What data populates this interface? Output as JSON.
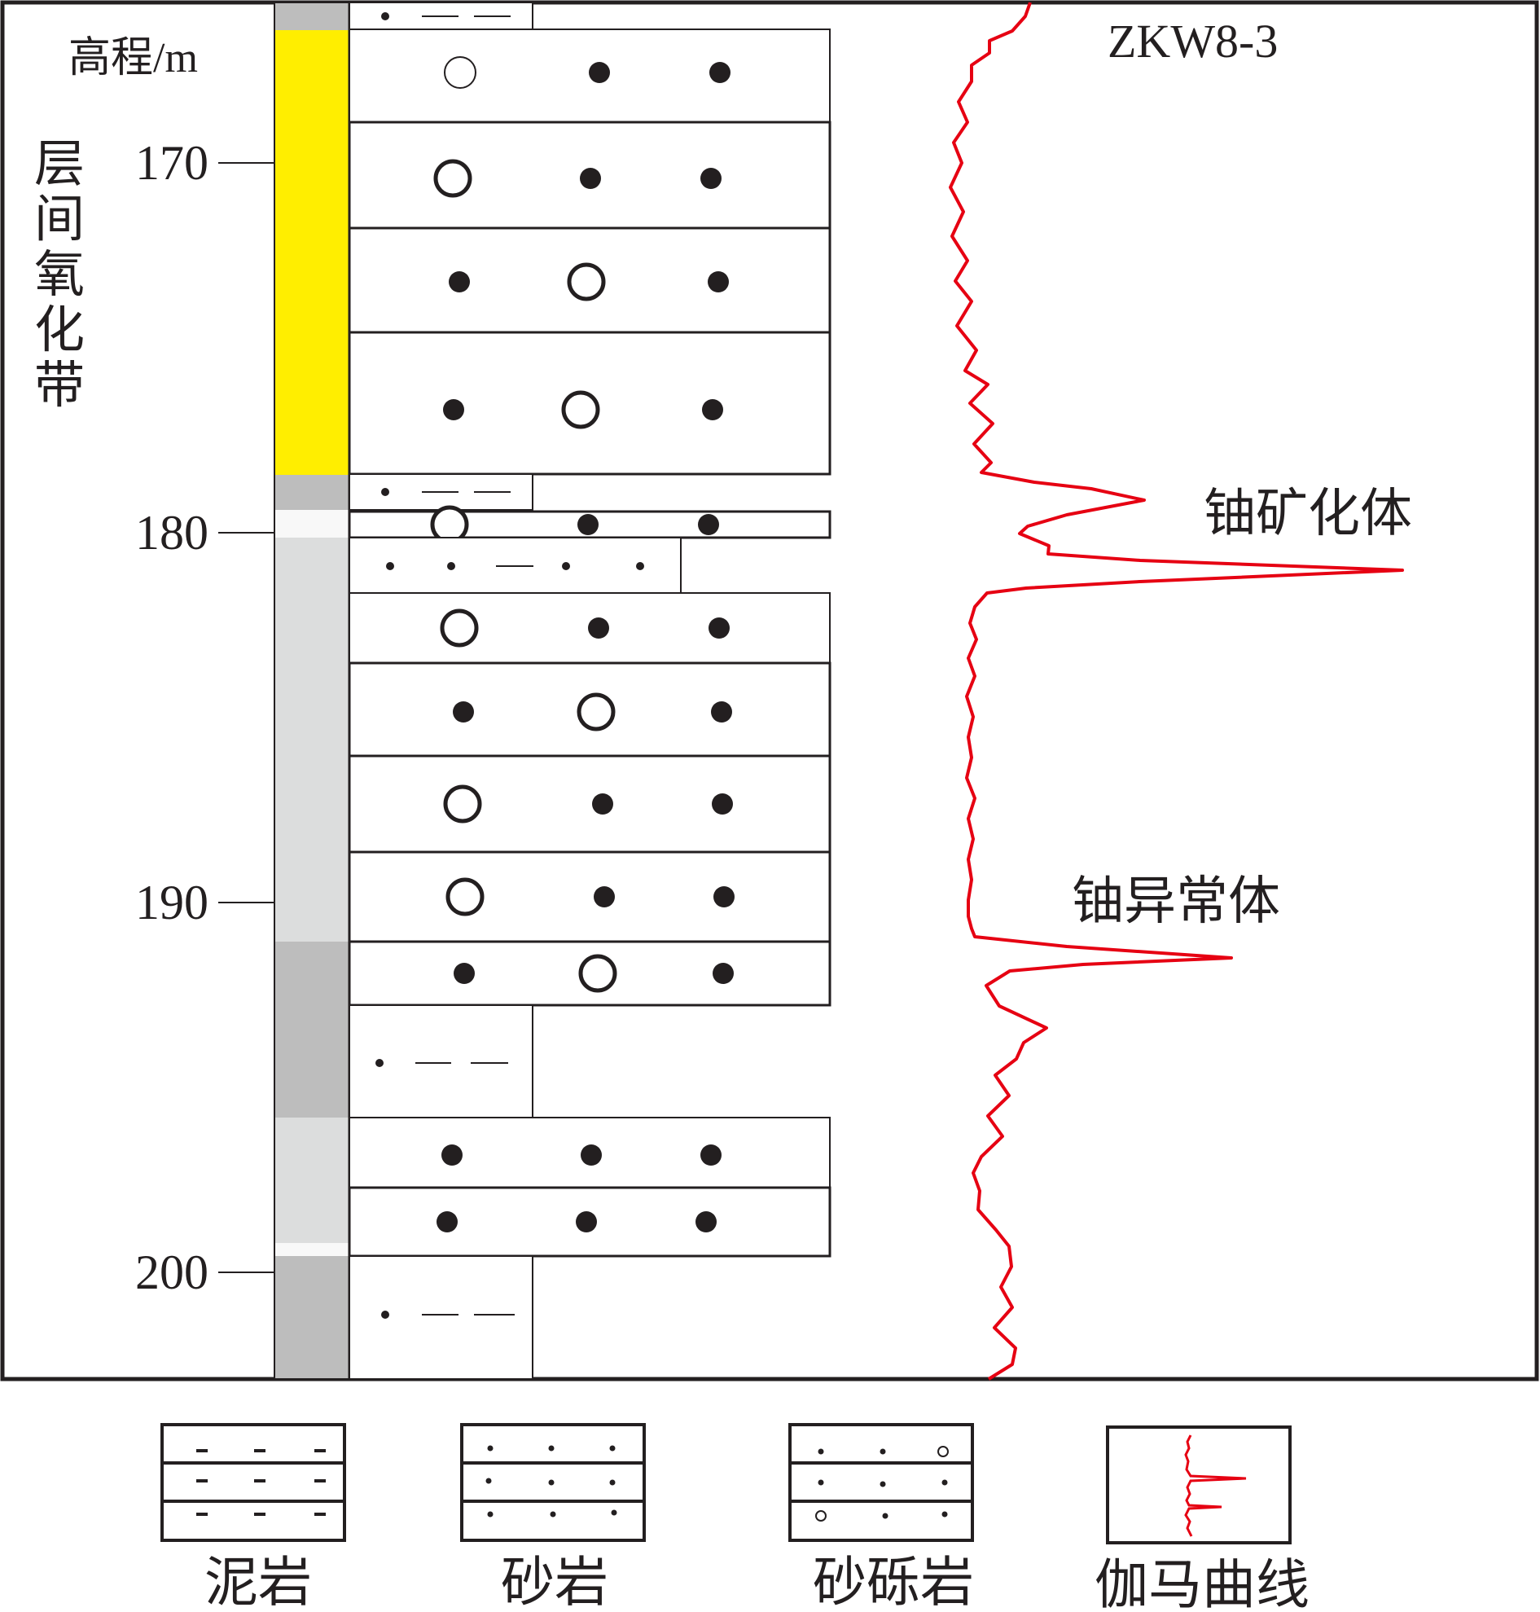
{
  "header": {
    "elevation_label": "高程/m",
    "well_id": "ZKW8-3"
  },
  "zone_label": [
    "层",
    "间",
    "氧",
    "化",
    "带"
  ],
  "depth_axis": {
    "ticks": [
      "170",
      "180",
      "190",
      "200"
    ],
    "values": [
      170,
      180,
      190,
      200
    ],
    "range": [
      166,
      203.5
    ]
  },
  "annotations": {
    "ore_body": "铀矿化体",
    "anomaly_body": "铀异常体"
  },
  "colors": {
    "oxidation_zone": "#ffee00",
    "gray_column": "#bdbdbd",
    "light_column": "#dcdddd",
    "gamma_curve": "#e60012",
    "line": "#231f20"
  },
  "legend": [
    {
      "label": "泥岩",
      "icon": "mudstone-pattern"
    },
    {
      "label": "砂岩",
      "icon": "sandstone-pattern"
    },
    {
      "label": "砂砾岩",
      "icon": "conglomerate-pattern"
    },
    {
      "label": "伽马曲线",
      "icon": "gamma-curve-symbol"
    }
  ]
}
